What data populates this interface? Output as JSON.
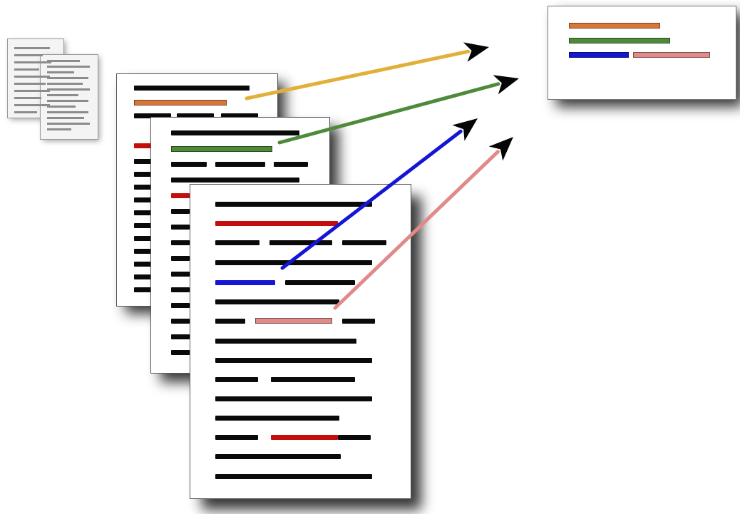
{
  "colors": {
    "text_line": "#0a0a0a",
    "orange": "#d9773a",
    "green": "#4f8a3a",
    "blue": "#1416d4",
    "pink": "#e08a8a",
    "red": "#c40d0d",
    "gold": "#e2b03a",
    "arrowhead": "#050505"
  },
  "extractions": [
    {
      "name": "orange",
      "color": "#d9773a",
      "arrow": "#e2b03a"
    },
    {
      "name": "green",
      "color": "#4f8a3a",
      "arrow": "#4f8a3a"
    },
    {
      "name": "blue",
      "color": "#1416d4",
      "arrow": "#1416d4"
    },
    {
      "name": "pink",
      "color": "#e08a8a",
      "arrow": "#e08a8a"
    }
  ]
}
